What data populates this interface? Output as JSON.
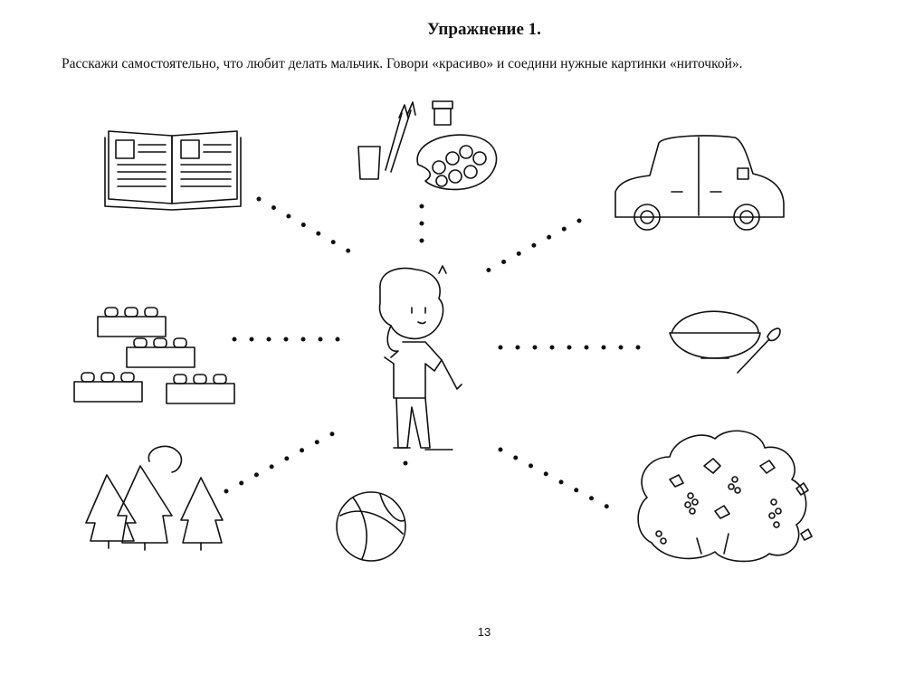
{
  "title": "Упражнение 1.",
  "instruction": "Расскажи самостоятельно, что любит делать мальчик. Говори «красиво» и соедини нужные картинки «ниточкой».",
  "page_number": "13",
  "pictures": [
    "book-icon",
    "paints-icon",
    "car-icon",
    "bricks-icon",
    "porridge-icon",
    "forest-icon",
    "ball-icon",
    "berry-bush-icon",
    "boy-icon"
  ]
}
